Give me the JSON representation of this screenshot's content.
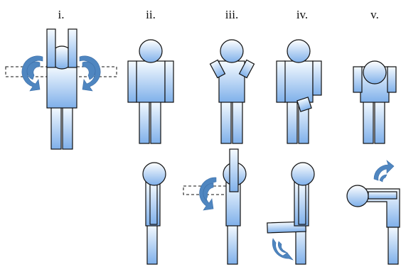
{
  "figure": {
    "panel_labels": [
      "i.",
      "ii.",
      "iii.",
      "iv.",
      "v."
    ]
  },
  "colors": {
    "body_top": "#f6fbff",
    "body_bottom": "#7fb0ea",
    "arrow": "#4f86c0",
    "outline": "#111111"
  },
  "icons": [
    "rotation-arrow-icon"
  ]
}
